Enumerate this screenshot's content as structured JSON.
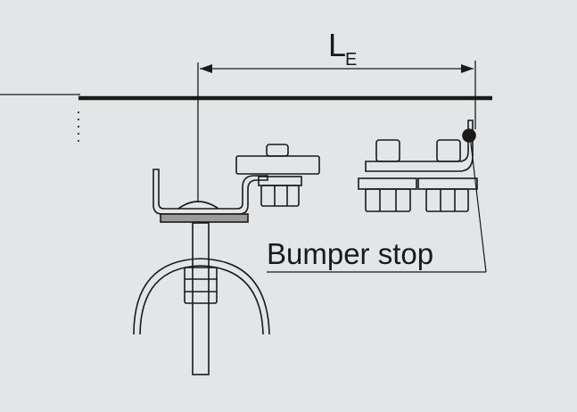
{
  "dimension": {
    "symbol": "L",
    "subscript": "E"
  },
  "callout": {
    "label": "Bumper stop"
  },
  "colors": {
    "background": "#e4e5e6",
    "ink": "#1a1a1a"
  }
}
